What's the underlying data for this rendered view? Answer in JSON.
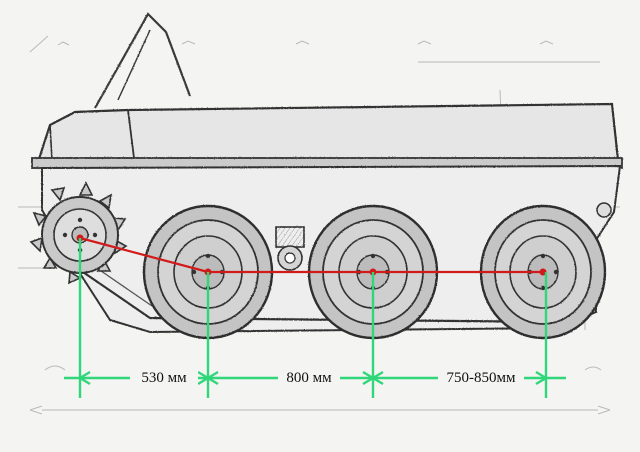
{
  "dimensions": [
    {
      "label": "530 мм"
    },
    {
      "label": "800 мм"
    },
    {
      "label": "750-850мм"
    }
  ],
  "colors": {
    "paper": "#f4f4f2",
    "pencil": "#3a3a3a",
    "wheel_fill": "#cfcfcf",
    "dimension_line": "#2fd67a",
    "axle_link": "#d11a1a"
  }
}
